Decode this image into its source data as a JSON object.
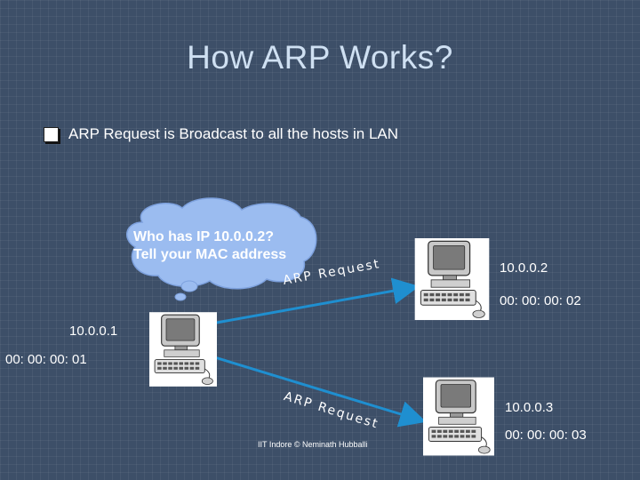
{
  "slide": {
    "title": "How ARP Works?",
    "bullet": "ARP Request is Broadcast to all the hosts in LAN",
    "cloud_line1": "Who has IP 10.0.0.2?",
    "cloud_line2": "Tell your MAC address",
    "footer": "IIT Indore  © Neminath Hubballi"
  },
  "hosts": [
    {
      "ip": "10.0.0.1",
      "mac": "00: 00: 00: 01"
    },
    {
      "ip": "10.0.0.2",
      "mac": "00: 00: 00: 02"
    },
    {
      "ip": "10.0.0.3",
      "mac": "00: 00: 00: 03"
    }
  ],
  "arrows": [
    {
      "label": "ARP Request"
    },
    {
      "label": "ARP Request"
    }
  ],
  "colors": {
    "arrow": "#1f8fd0",
    "cloud": "#9bbcf0",
    "accent_text": "#cfe0f2"
  }
}
